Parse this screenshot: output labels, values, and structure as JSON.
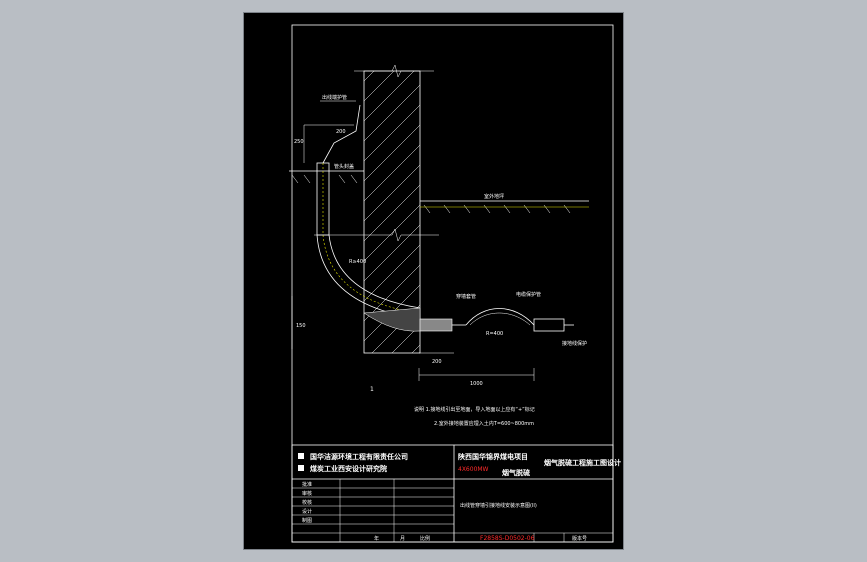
{
  "drawing": {
    "labels": {
      "top_left_callout": "出线端护管",
      "dim_200": "200",
      "dim_250": "250",
      "nozzle_label": "管头封盖",
      "ground_label": "室外地坪",
      "radius_label": "R≥400",
      "sleeve_label": "穿墙套管",
      "cable_label": "电缆保护管",
      "cable_radius_label": "R=400",
      "cable_end_label": "接地线保护",
      "dim_150": "150",
      "dim_200b": "200",
      "dim_1000": "1000",
      "marker_1": "1"
    },
    "notes": [
      "说明 1.接地线引出至地面，导入地面以上应有“+”标记",
      "2.室外接地装置应埋入土内T=600~800mm"
    ]
  },
  "title_block": {
    "company_1": "国华洁源环境工程有限责任公司",
    "company_2": "煤炭工业西安设计研究院",
    "project_line_1": "陕西国华锦界煤电项目",
    "project_line_1b": "烟气脱硫工程施工图设计",
    "project_code": "4X600MW",
    "project_line_2": "烟气脱硫",
    "roles": [
      "批准",
      "审核",
      "校核",
      "设计",
      "制图"
    ],
    "drawing_title": "出线管穿墙引接地线安装示意图(II)",
    "footer_labels": [
      "年",
      "月",
      "比例"
    ],
    "drawing_number": "F2858S-D0502-06",
    "version_label": "版本号"
  }
}
